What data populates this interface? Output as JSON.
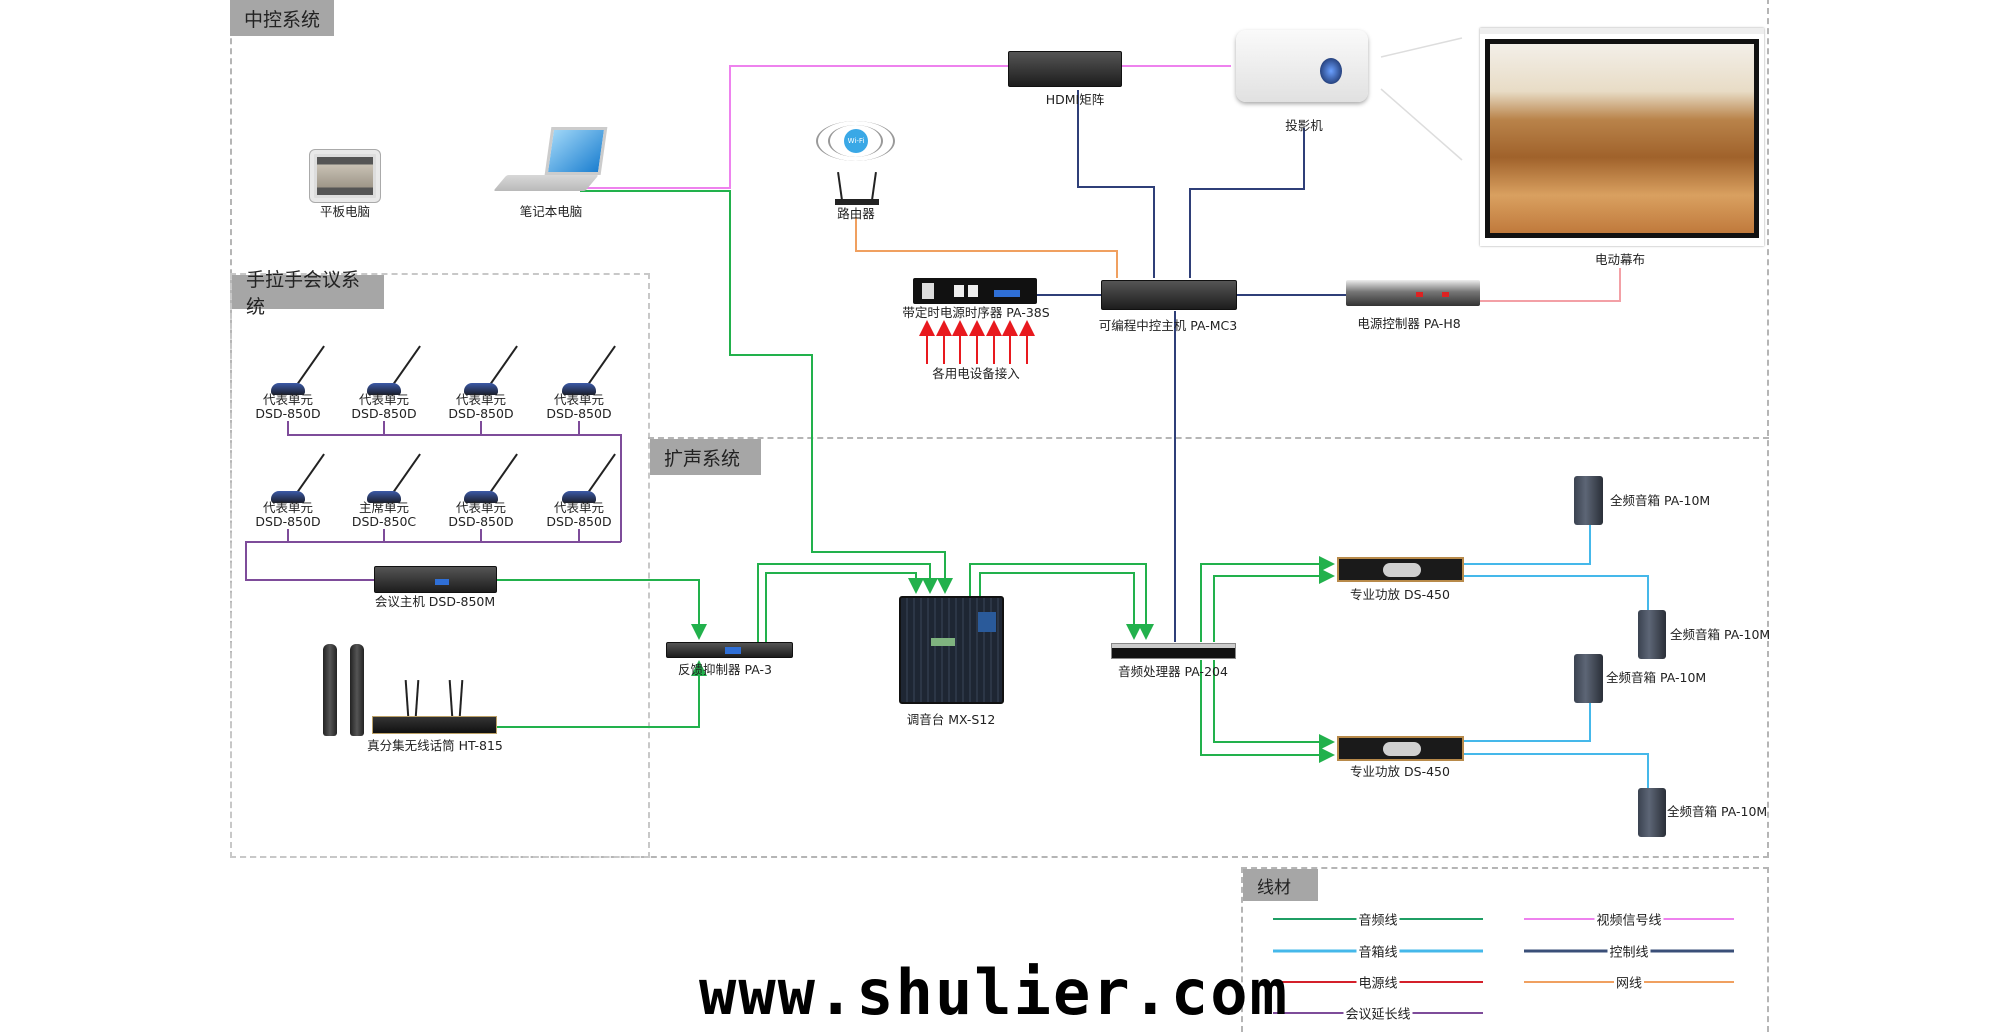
{
  "sections": {
    "central_control": "中控系统",
    "conference": "手拉手会议系统",
    "sound_reinforcement": "扩声系统",
    "cables": "线材"
  },
  "devices": {
    "tablet": "平板电脑",
    "laptop": "笔记本电脑",
    "hdmi_matrix": "HDMI矩阵",
    "projector": "投影机",
    "screen": "电动幕布",
    "router": "路由器",
    "router_badge": "Wi-Fi",
    "sequencer": "带定时电源时序器 PA-38S",
    "sequencer_input": "各用电设备接入",
    "central_host": "可编程中控主机 PA-MC3",
    "power_controller": "电源控制器  PA-H8",
    "delegates_row1": [
      {
        "role": "代表单元",
        "model": "DSD-850D"
      },
      {
        "role": "代表单元",
        "model": "DSD-850D"
      },
      {
        "role": "代表单元",
        "model": "DSD-850D"
      },
      {
        "role": "代表单元",
        "model": "DSD-850D"
      }
    ],
    "delegates_row2": [
      {
        "role": "代表单元",
        "model": "DSD-850D"
      },
      {
        "role": "主席单元",
        "model": "DSD-850C"
      },
      {
        "role": "代表单元",
        "model": "DSD-850D"
      },
      {
        "role": "代表单元",
        "model": "DSD-850D"
      }
    ],
    "conference_host": "会议主机 DSD-850M",
    "wireless_mic": "真分集无线话筒 HT-815",
    "feedback_suppressor": "反馈抑制器 PA-3",
    "mixer": "调音台 MX-S12",
    "audio_processor": "音频处理器 PA-204",
    "amp1": "专业功放 DS-450",
    "amp2": "专业功放 DS-450",
    "speakers": [
      "全频音箱 PA-10M",
      "全频音箱 PA-10M",
      "全频音箱 PA-10M",
      "全频音箱 PA-10M"
    ]
  },
  "legend": [
    {
      "label": "音频线",
      "color": "#1f9e64"
    },
    {
      "label": "视频信号线",
      "color": "#ee82ee"
    },
    {
      "label": "音箱线",
      "color": "#45b8ea"
    },
    {
      "label": "控制线",
      "color": "#3a4f78"
    },
    {
      "label": "电源线",
      "color": "#d4202a"
    },
    {
      "label": "网线",
      "color": "#f0a060"
    },
    {
      "label": "会议延长线",
      "color": "#7e4c9a"
    }
  ],
  "wire_colors": {
    "audio": "#22b14c",
    "speaker": "#45b8ea",
    "power": "#e8191e",
    "power_link": "#f3a0a6",
    "video": "#ee82ee",
    "control": "#2f3f78",
    "network": "#f0a060",
    "conference": "#7e4c9a"
  },
  "watermark": "www.shulier.com"
}
